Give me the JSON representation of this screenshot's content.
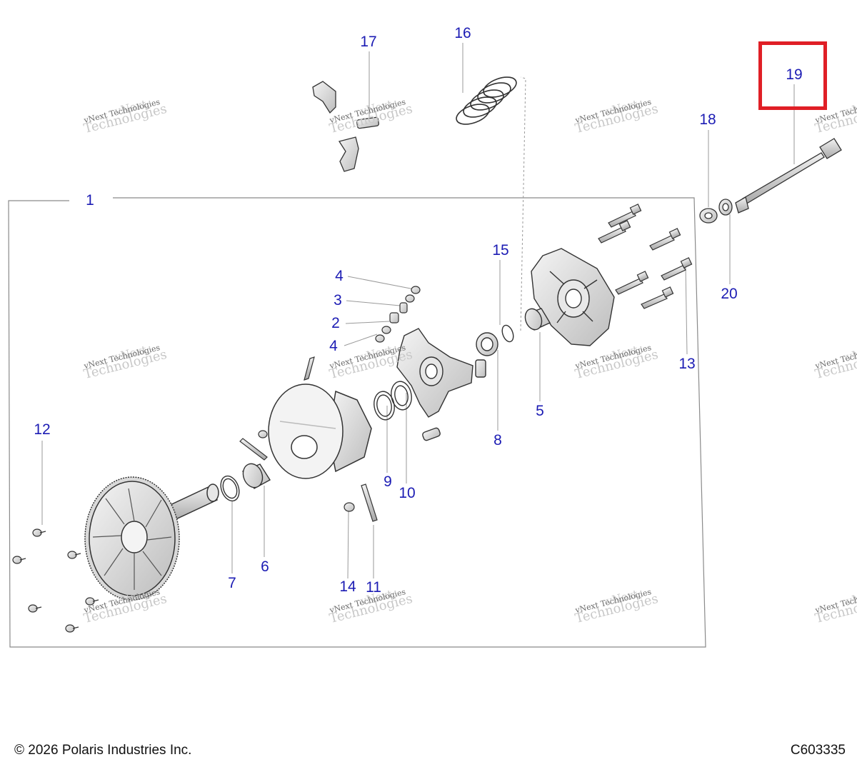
{
  "callouts": {
    "c1": "1",
    "c2": "2",
    "c3": "3",
    "c4a": "4",
    "c4b": "4",
    "c5": "5",
    "c6": "6",
    "c7": "7",
    "c8": "8",
    "c9": "9",
    "c10": "10",
    "c11": "11",
    "c12": "12",
    "c13": "13",
    "c14": "14",
    "c15": "15",
    "c16": "16",
    "c17": "17",
    "c18": "18",
    "c19": "19",
    "c20": "20"
  },
  "watermark": {
    "line_a": "vNext",
    "line_b": "vNext Technologies",
    "line_c": "Technologies"
  },
  "footer": {
    "copyright": "© 2026 Polaris Industries Inc.",
    "part_code": "C603335"
  },
  "highlight_color": "#e01f26",
  "callout_color": "#1c1cb4",
  "highlighted_callout": "19"
}
